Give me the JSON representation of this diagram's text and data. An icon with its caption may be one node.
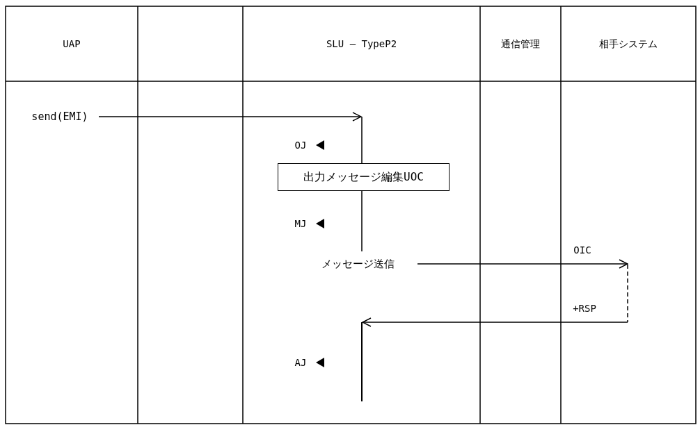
{
  "diagram": {
    "nodes": [
      {
        "text": [
          "send(EMI)"
        ]
      },
      {
        "text": [
          "出力メッセージ編集UOC"
        ]
      },
      {
        "text": [
          "メッセージ送信"
        ]
      },
      {
        "text": [],
        "shape": "bar"
      }
    ],
    "edges": [
      {
        "from": 0,
        "to": null,
        "arrow": "to"
      },
      {
        "from": null,
        "to": 1,
        "arrow": "none"
      },
      {
        "from": 1,
        "to": 2,
        "arrow": "none"
      },
      {
        "from": 2,
        "to": null,
        "arrow": "to",
        "label": "OIC"
      },
      {
        "from": null,
        "to": 3,
        "arrow": "to",
        "label": "+RSP"
      }
    ],
    "labels": [
      "UAP",
      "SLU — TypeP2",
      "通信管理",
      "相手システム",
      "OJ",
      "MJ",
      "AJ"
    ]
  }
}
